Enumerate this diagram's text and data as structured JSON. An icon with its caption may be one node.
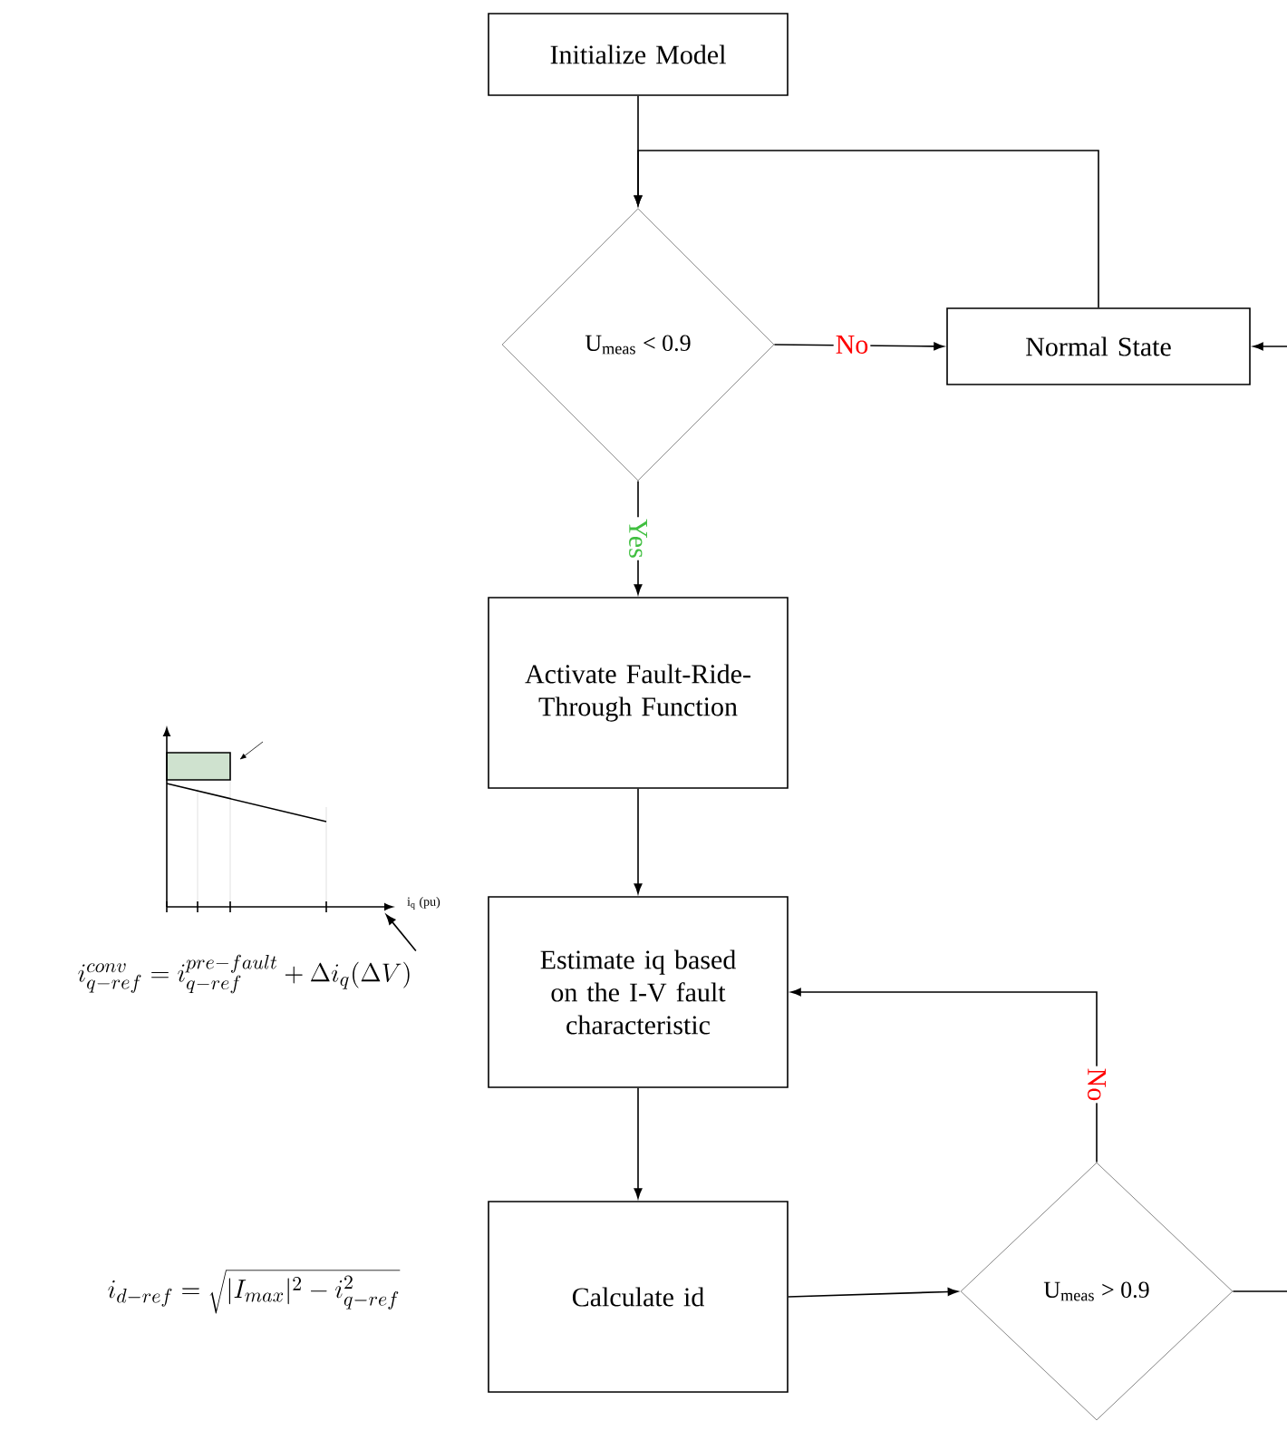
{
  "diagram": {
    "nodes": [
      {
        "text": [
          "Initialize Model"
        ]
      },
      {
        "text": [
          "U$_{meas}$ < 0.9"
        ]
      },
      {
        "text": [
          "Normal State"
        ]
      },
      {
        "text": [
          "Activate Fault-Ride-Through Function"
        ]
      },
      {
        "text": [
          "Estimate iq based on the I-V fault characteristic"
        ]
      },
      {
        "text": [
          "Calculate id"
        ]
      },
      {
        "text": [
          "U$_{meas}$ > 0.9"
        ]
      },
      {
        "text": [],
        "shape": "picture",
        "beside": [
          "i$_{q}$ (pu)"
        ]
      },
      {
        "text": [
          "i_{q-ref}^{conv} = i_{q-ref}^{pre-fault} + \\Delta i_{q}(\\Delta V)"
        ]
      }
    ],
    "edges": [
      {
        "from": 0,
        "to": 1,
        "arrow": "to"
      },
      {
        "from": 1,
        "to": 2,
        "arrow": "to",
        "label": "No"
      },
      {
        "from": 2,
        "to": 1,
        "arrow": "to"
      },
      {
        "from": null,
        "to": 2,
        "arrow": "to"
      },
      {
        "from": 1,
        "to": 3,
        "arrow": "to",
        "label": "Yes"
      },
      {
        "from": 3,
        "to": 4,
        "arrow": "to"
      },
      {
        "from": 4,
        "to": 5,
        "arrow": "to"
      },
      {
        "from": 5,
        "to": 6,
        "arrow": "to"
      },
      {
        "from": 6,
        "to": 4,
        "arrow": "to",
        "label": "No"
      },
      {
        "from": 6,
        "to": null,
        "arrow": "none"
      },
      {
        "from": 8,
        "to": 7,
        "arrow": "to"
      }
    ],
    "labels": [
      "i_{d-ref} = \\sqrt{|I_{max}|^{2} - i_{q-ref}^{2}}"
    ]
  }
}
